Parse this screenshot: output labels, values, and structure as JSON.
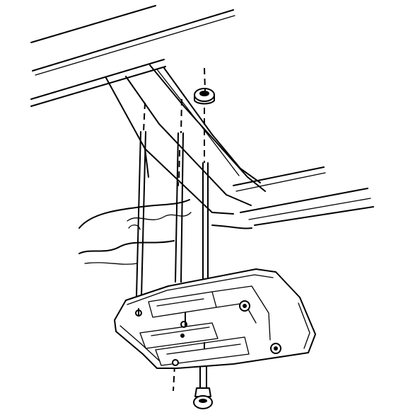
{
  "figure": {
    "kind": "exploded-view",
    "parts": [
      "crossmember",
      "frame-rail",
      "skid-plate",
      "nut",
      "bolt"
    ],
    "fastener_count": 4
  }
}
